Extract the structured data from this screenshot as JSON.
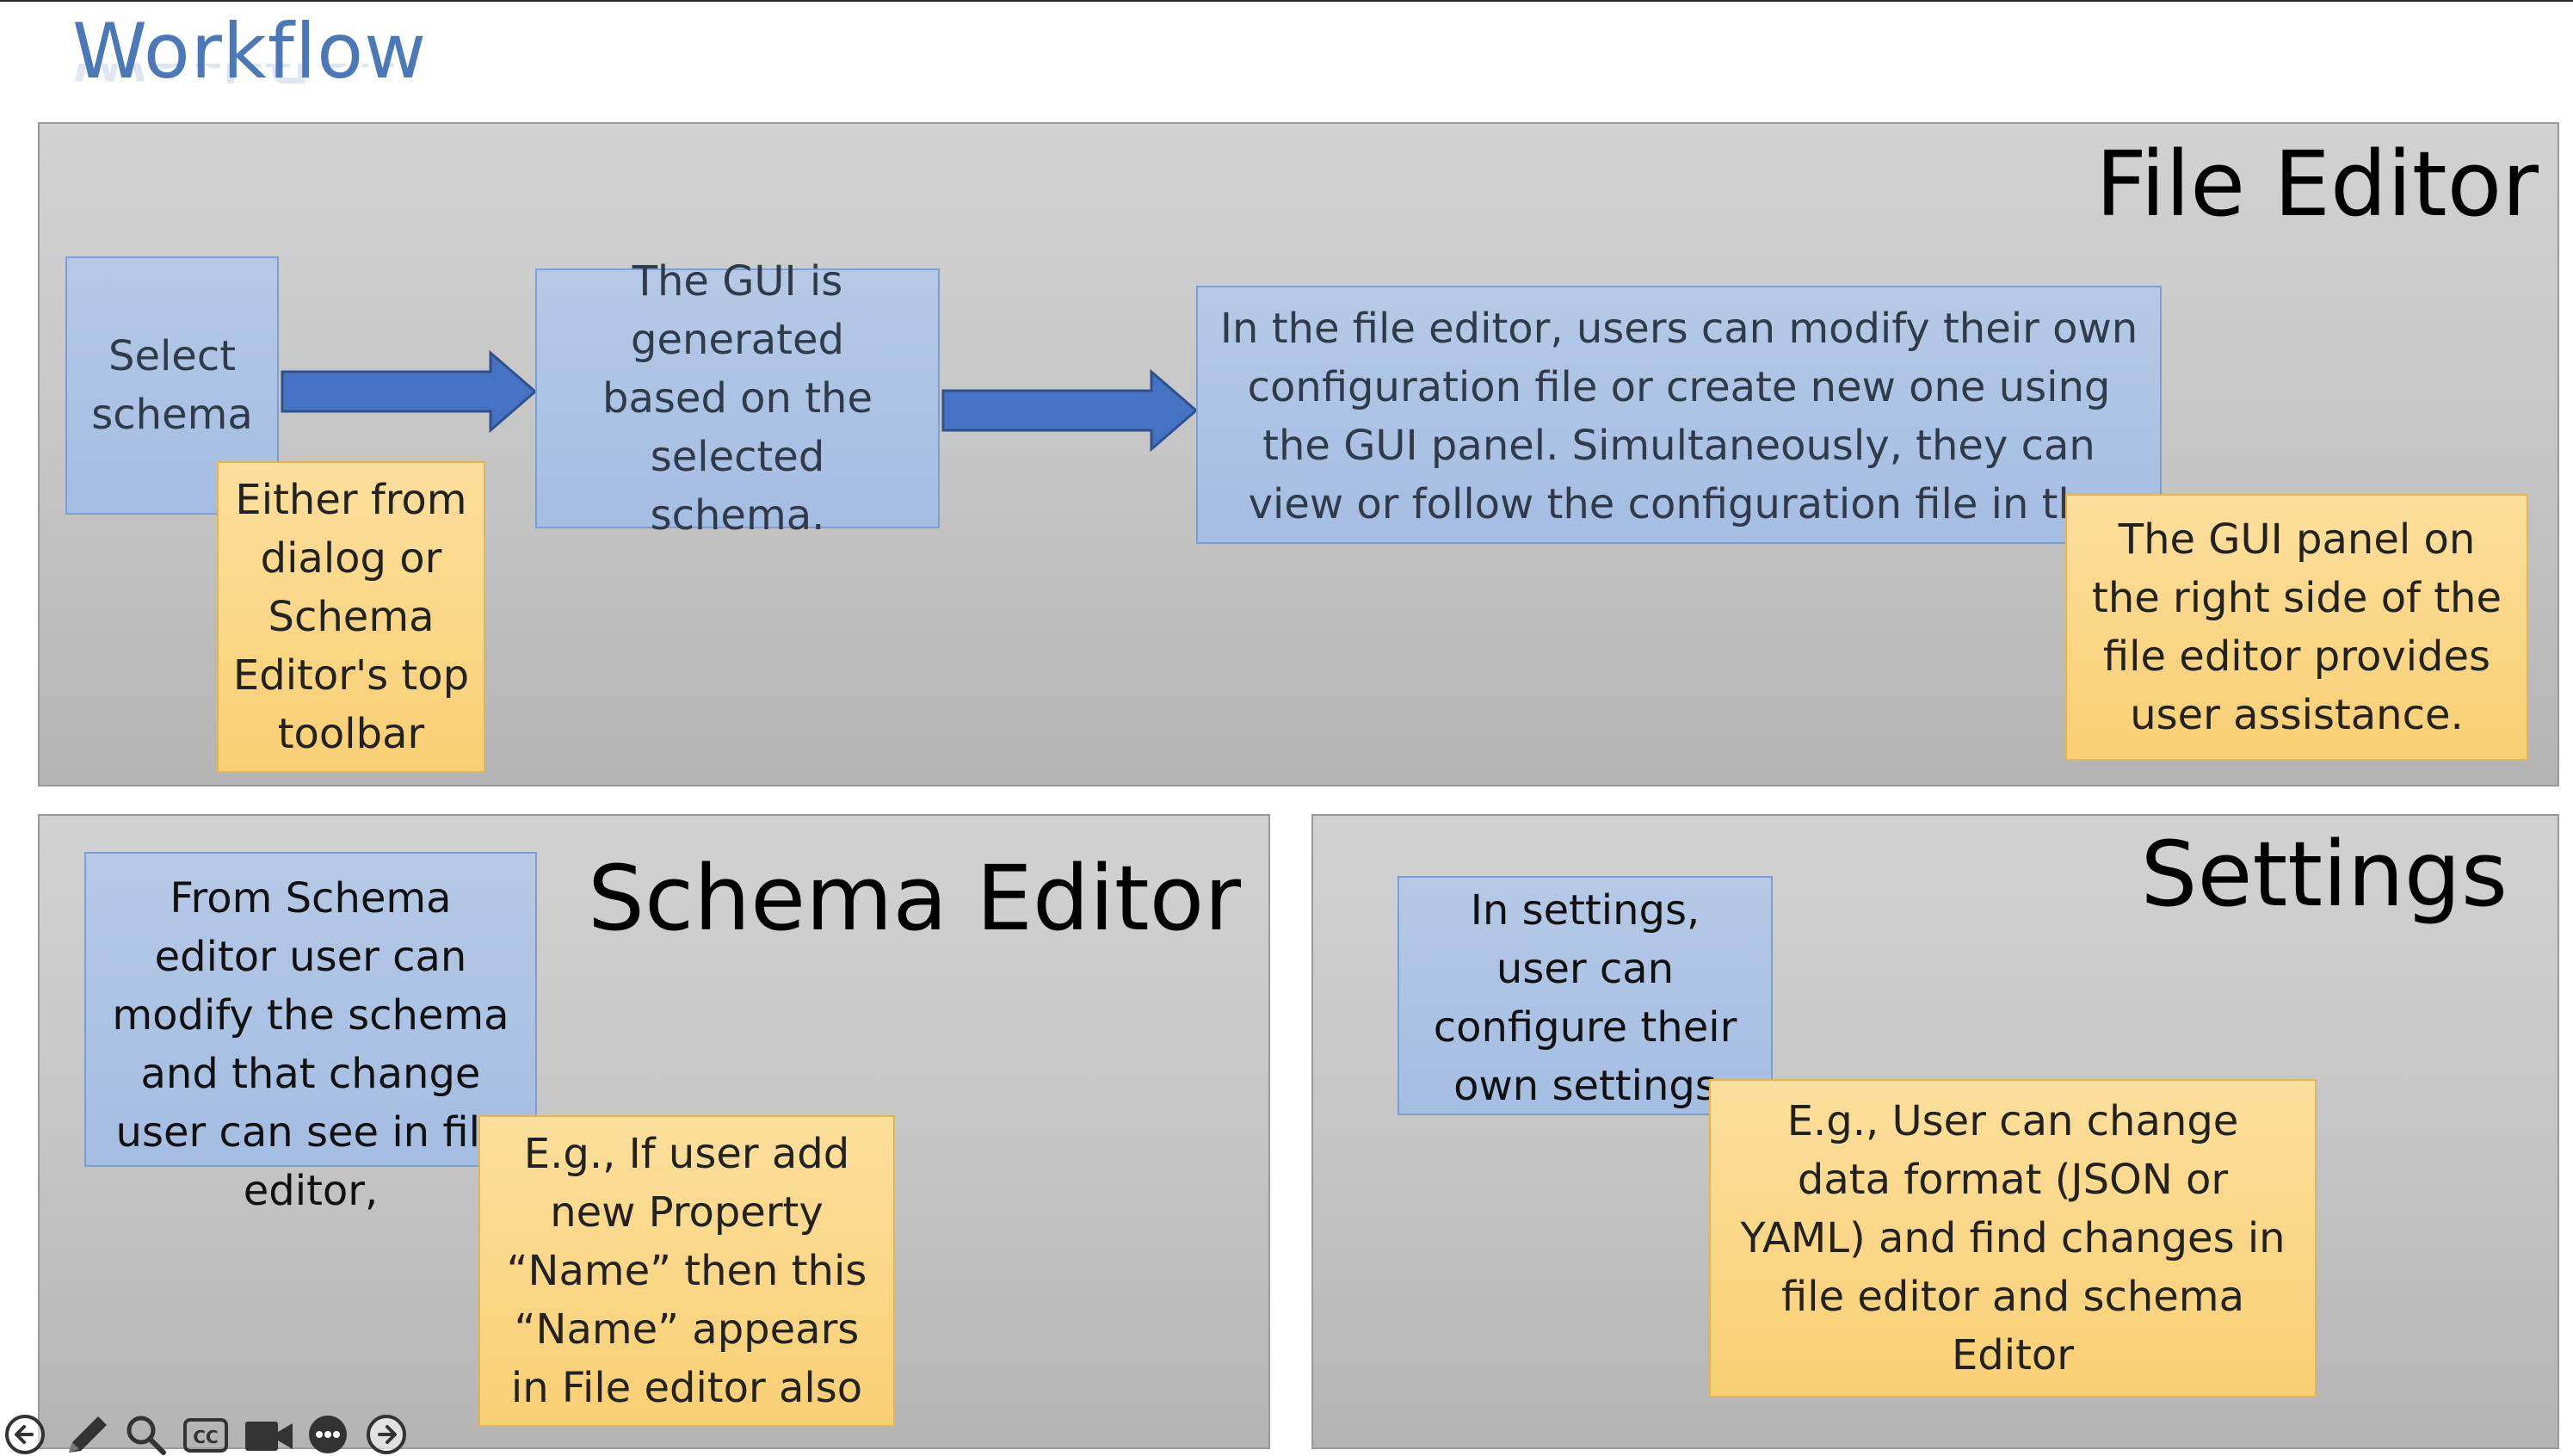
{
  "slide": {
    "title": "Workflow"
  },
  "file_editor": {
    "title": "File Editor",
    "step1": "Select schema",
    "step1_note": "Either from dialog or Schema Editor's top toolbar",
    "step2": "The GUI is generated based on the selected schema.",
    "step3": "In the file editor, users can modify their own configuration file or create new one using the GUI panel. Simultaneously, they can view or follow the configuration file in the code panel",
    "step3_note": "The GUI panel on the right side of the file editor provides user assistance."
  },
  "schema_editor": {
    "title": "Schema Editor",
    "text": "From Schema editor user can modify the schema and that change user can see in file editor,",
    "note": "E.g., If user add new Property “Name” then this “Name” appears in File editor also"
  },
  "settings": {
    "title": "Settings",
    "text": "In settings, user can configure their own settings",
    "note": "E.g., User can change data format (JSON or YAML) and find changes in file editor and schema Editor"
  },
  "toolbar": {
    "icons": [
      "prev-icon",
      "pen-icon",
      "zoom-icon",
      "captions-icon",
      "camera-icon",
      "more-icon",
      "next-icon"
    ]
  }
}
